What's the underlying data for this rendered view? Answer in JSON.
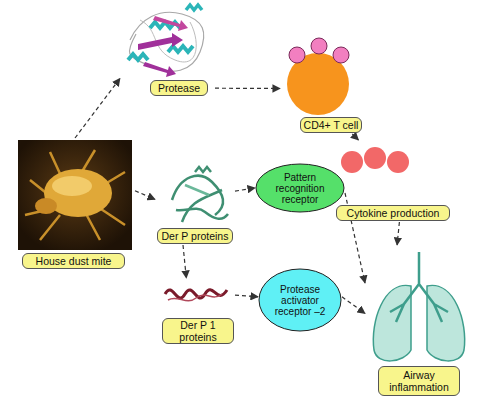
{
  "diagram": {
    "nodes": [
      {
        "text": [
          "Protease"
        ]
      },
      {
        "text": [
          "CD4+ T cell"
        ]
      },
      {
        "text": [
          "House dust mite"
        ]
      },
      {
        "text": [
          "Der P proteins"
        ]
      },
      {
        "text": [
          "Pattern recognition receptor"
        ]
      },
      {
        "text": [
          "Cytokine production"
        ]
      },
      {
        "text": [
          "Der P 1 proteins"
        ]
      },
      {
        "text": [
          "Protease activator receptor –2"
        ]
      },
      {
        "text": [
          "Airway inflammation"
        ]
      }
    ],
    "edges": [
      {
        "from": 2,
        "to": 0,
        "arrow": "to"
      },
      {
        "from": 0,
        "to": 1,
        "arrow": "to"
      },
      {
        "from": 1,
        "to": 5,
        "arrow": "to"
      },
      {
        "from": 5,
        "to": 8,
        "arrow": "to"
      },
      {
        "from": 2,
        "to": 3,
        "arrow": "to"
      },
      {
        "from": 3,
        "to": 4,
        "arrow": "to"
      },
      {
        "from": 4,
        "to": 8,
        "arrow": "to"
      },
      {
        "from": 3,
        "to": 6,
        "arrow": "to"
      },
      {
        "from": 6,
        "to": 7,
        "arrow": "to"
      },
      {
        "from": 7,
        "to": 8,
        "arrow": "to"
      }
    ]
  }
}
